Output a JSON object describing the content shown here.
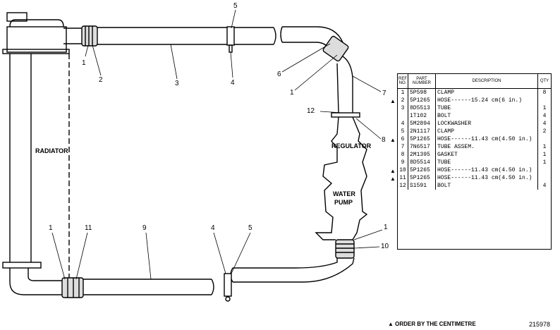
{
  "callouts": {
    "c1a": "1",
    "c2": "2",
    "c3": "3",
    "c4a": "4",
    "c5a": "5",
    "c6": "6",
    "c1b": "1",
    "c7": "7",
    "c12": "12",
    "c8": "8",
    "c1c": "1",
    "c11": "11",
    "c9": "9",
    "c4b": "4",
    "c5b": "5",
    "c1d": "1",
    "c10": "10"
  },
  "labels": {
    "radiator": "RADIATOR",
    "regulator": "REGULATOR",
    "water_pump_1": "WATER",
    "water_pump_2": "PUMP"
  },
  "table": {
    "headers": {
      "ref": "REF NO.",
      "part": "PART NUMBER",
      "desc": "DESCRIPTION",
      "qty": "QTY"
    },
    "rows": [
      {
        "ref": "1",
        "part": "5P598",
        "desc": "CLAMP",
        "qty": "8",
        "mark": ""
      },
      {
        "ref": "2",
        "part": "5P1265",
        "desc": "HOSE------15.24 cm(6 in.)",
        "qty": "",
        "mark": "▲"
      },
      {
        "ref": "3",
        "part": "8D5513",
        "desc": "TUBE",
        "qty": "1",
        "mark": ""
      },
      {
        "ref": "",
        "part": "1T102",
        "desc": "BOLT",
        "qty": "4",
        "mark": ""
      },
      {
        "ref": "4",
        "part": "5M2894",
        "desc": "LOCKWASHER",
        "qty": "4",
        "mark": ""
      },
      {
        "ref": "5",
        "part": "2N1117",
        "desc": "CLAMP",
        "qty": "2",
        "mark": ""
      },
      {
        "ref": "6",
        "part": "5P1265",
        "desc": "HOSE------11.43 cm(4.50 in.)",
        "qty": "",
        "mark": "▲"
      },
      {
        "ref": "7",
        "part": "7N6517",
        "desc": "TUBE ASSEM.",
        "qty": "1",
        "mark": ""
      },
      {
        "ref": "8",
        "part": "2M1395",
        "desc": "GASKET",
        "qty": "1",
        "mark": ""
      },
      {
        "ref": "9",
        "part": "8D5514",
        "desc": "TUBE",
        "qty": "1",
        "mark": ""
      },
      {
        "ref": "10",
        "part": "5P1265",
        "desc": "HOSE------11.43 cm(4.50 in.)",
        "qty": "",
        "mark": "▲"
      },
      {
        "ref": "11",
        "part": "5P1265",
        "desc": "HOSE------11.43 cm(4.50 in.)",
        "qty": "",
        "mark": "▲"
      },
      {
        "ref": "12",
        "part": "S1591",
        "desc": "BOLT",
        "qty": "4",
        "mark": ""
      }
    ]
  },
  "footnote": "▲ ORDER BY THE CENTIMETRE",
  "figure_number": "215978"
}
